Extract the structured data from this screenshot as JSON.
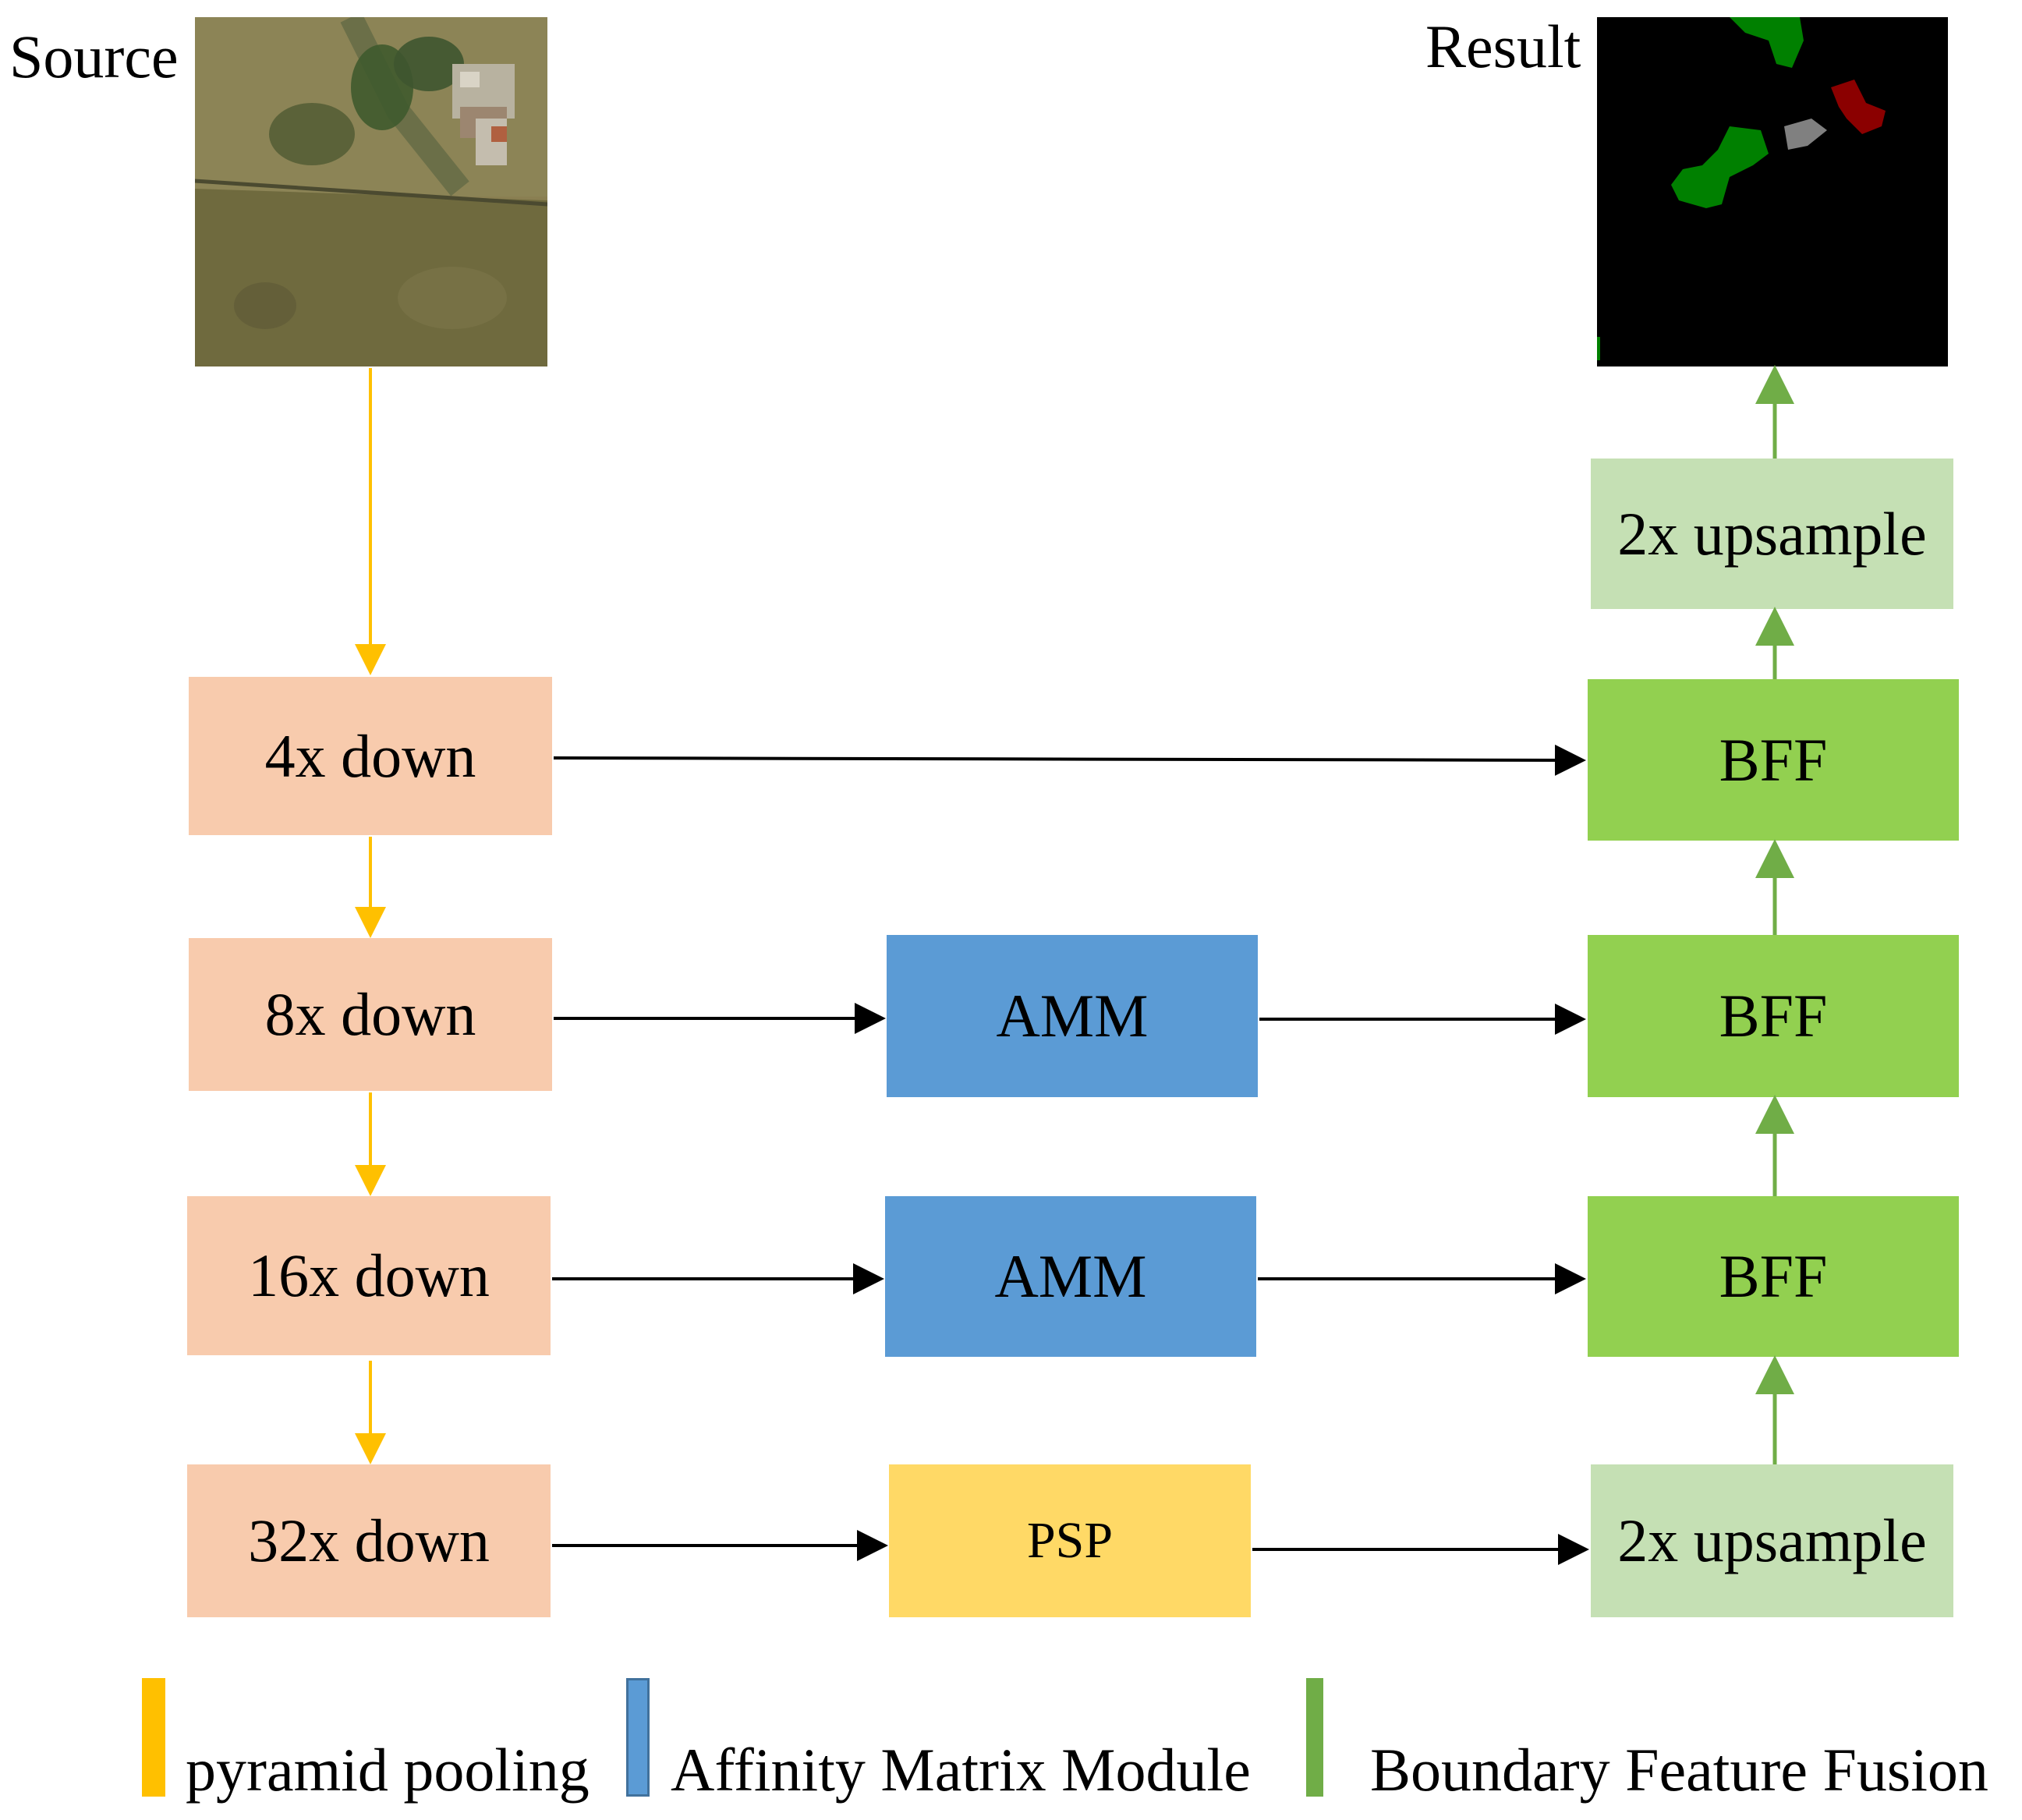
{
  "source_label": "Source",
  "result_label": "Result",
  "nodes": {
    "down4": "4x down",
    "down8": "8x down",
    "down16": "16x down",
    "down32": "32x down",
    "amm1": "AMM",
    "amm2": "AMM",
    "psp": "PSP",
    "bff1": "BFF",
    "bff2": "BFF",
    "bff3": "BFF",
    "up_top": "2x upsample",
    "up_bottom": "2x upsample"
  },
  "legend": [
    {
      "label": "pyramid pooling",
      "color": "#ffc000"
    },
    {
      "label": "Affinity Matrix Module",
      "color": "#5b9bd5"
    },
    {
      "label": "Boundary Feature Fusion",
      "color": "#70ad47"
    }
  ],
  "colors": {
    "down": "#f8cbad",
    "amm": "#5b9bd5",
    "psp": "#ffd966",
    "bff": "#92d050",
    "upsample": "#c5e0b4",
    "pool_arrow": "#ffc000",
    "fusion_arrow": "#70ad47",
    "flow_arrow": "#000000"
  }
}
